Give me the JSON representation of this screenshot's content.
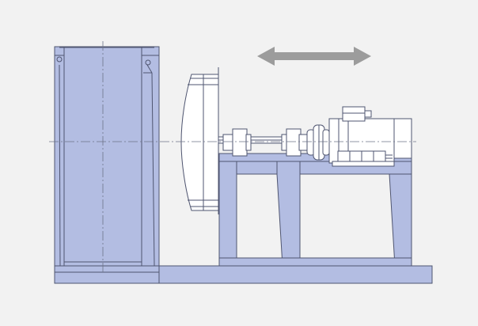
{
  "diagram": {
    "subject": "axial-fan-assembly-on-base-frame",
    "components": [
      "fan-housing",
      "impeller-disc",
      "drive-shaft",
      "bearing-housings",
      "flexible-coupling",
      "electric-motor",
      "motor-terminal-box",
      "support-frame",
      "base-plate",
      "movement-arrow"
    ],
    "colors": {
      "background": "#f2f2f2",
      "frame_fill": "#b3bde2",
      "outline": "#4f5570",
      "arrow": "#9c9c9c",
      "centerline": "#6d7388",
      "machine_fill": "#ffffff"
    }
  }
}
